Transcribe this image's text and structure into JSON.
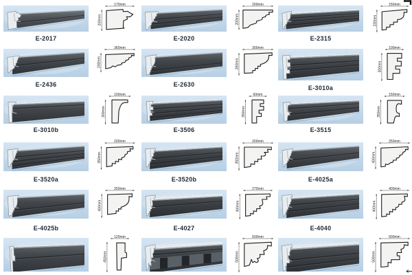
{
  "page": {
    "background": "#ffffff",
    "type_label": "cornice moulding catalog sheet"
  },
  "colors": {
    "photo_bg_top": "#d6e5f3",
    "photo_bg_bottom": "#b7cfe4",
    "moulding_dark": "#3d4246",
    "moulding_mid": "#555b60",
    "moulding_light_face": "#e9edf0",
    "moulding_top_face": "#aab4ba",
    "profile_fill": "#f3f3f1",
    "profile_outline": "#1c1c1c",
    "dimension_line": "#444444",
    "code_text": "#1d2833",
    "corner_mark": "#111111"
  },
  "catalog": {
    "products": [
      {
        "code": "E-2017",
        "top_dim": "170mm",
        "side_dim": "200mm",
        "kind": "panel",
        "label_visible": true
      },
      {
        "code": "E-2020",
        "top_dim": "200mm",
        "side_dim": "200mm",
        "kind": "crowntri",
        "label_visible": true
      },
      {
        "code": "E-2315",
        "top_dim": "150mm",
        "side_dim": "230mm",
        "kind": "covehook",
        "label_visible": true
      },
      {
        "code": "E-2436",
        "top_dim": "360mm",
        "side_dim": "240mm",
        "kind": "ogee",
        "label_visible": true
      },
      {
        "code": "E-2630",
        "top_dim": "300mm",
        "side_dim": "260mm",
        "kind": "bigcove",
        "label_visible": true
      },
      {
        "code": "E-3010a",
        "top_dim": "100mm",
        "side_dim": "300mm",
        "kind": "steptall",
        "label_visible": true
      },
      {
        "code": "E-3010b",
        "top_dim": "100mm",
        "side_dim": "300mm",
        "kind": "taper",
        "label_visible": true
      },
      {
        "code": "E-3506",
        "top_dim": "60mm",
        "side_dim": "350mm",
        "kind": "zigzag",
        "label_visible": true
      },
      {
        "code": "E-3515",
        "top_dim": "150mm",
        "side_dim": "350mm",
        "kind": "channel",
        "label_visible": true
      },
      {
        "code": "E-3520a",
        "top_dim": "200mm",
        "side_dim": "350mm",
        "kind": "crownstep",
        "label_visible": true
      },
      {
        "code": "E-3520b",
        "top_dim": "200mm",
        "side_dim": "350mm",
        "kind": "panelstep",
        "label_visible": true
      },
      {
        "code": "E-4025a",
        "top_dim": "250mm",
        "side_dim": "400mm",
        "kind": "smoothcrown",
        "label_visible": true
      },
      {
        "code": "E-4025b",
        "top_dim": "250mm",
        "side_dim": "400mm",
        "kind": "bigcove2",
        "label_visible": true
      },
      {
        "code": "E-4027",
        "top_dim": "270mm",
        "side_dim": "400mm",
        "kind": "capstep",
        "label_visible": true
      },
      {
        "code": "E-4040",
        "top_dim": "400mm",
        "side_dim": "400mm",
        "kind": "doublecrown",
        "label_visible": true
      },
      {
        "code": "",
        "top_dim": "120mm",
        "side_dim": "450mm",
        "kind": "elshaft",
        "label_visible": false
      },
      {
        "code": "",
        "top_dim": "500mm",
        "side_dim": "500mm",
        "kind": "dentil",
        "label_visible": false
      },
      {
        "code": "",
        "top_dim": "500mm",
        "side_dim": "500mm",
        "kind": "bigcornice",
        "label_visible": false
      }
    ]
  }
}
